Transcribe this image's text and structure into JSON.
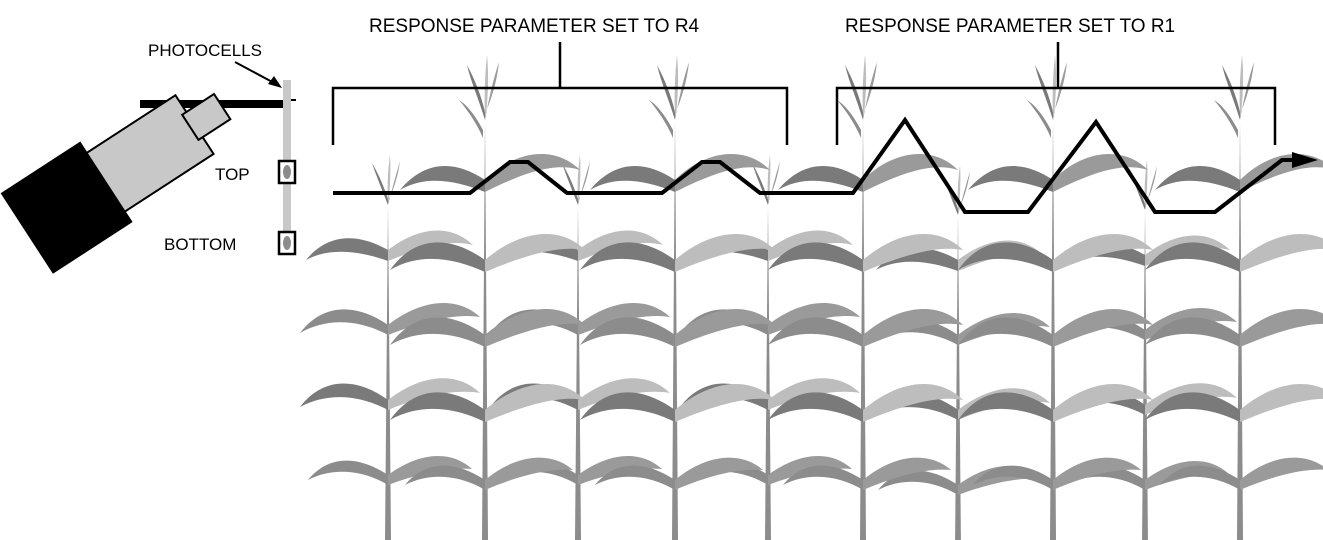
{
  "labels": {
    "photocells": "PHOTOCELLS",
    "top": "TOP",
    "bottom": "BOTTOM",
    "response_r4": "RESPONSE PARAMETER SET TO R4",
    "response_r1": "RESPONSE PARAMETER SET TO R1"
  },
  "colors": {
    "line": "#000000",
    "stalk": "#8c8c8c",
    "leaf_dark": "#7a7a7a",
    "leaf_light": "#bdbdbd",
    "sensor_body": "#c8c8c8",
    "sensor_head": "#000000",
    "mast": "#c8c8c8"
  },
  "icons": {
    "sensor": "sensor-camera-icon",
    "photocell": "photocell-icon",
    "plant": "corn-plant-icon",
    "arrow": "arrow-right-icon"
  }
}
